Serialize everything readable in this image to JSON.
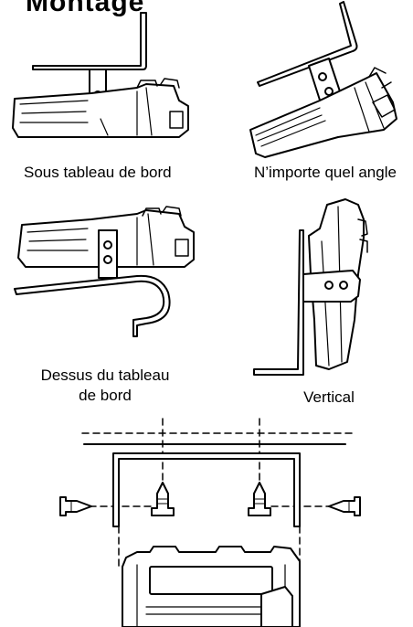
{
  "title": "Montage",
  "captions": {
    "under_dash": "Sous tableau de bord",
    "any_angle": "N’importe quel angle",
    "top_dash_line1": "Dessus du tableau",
    "top_dash_line2": "de bord",
    "vertical": "Vertical"
  },
  "colors": {
    "ink": "#000000",
    "fill": "#ffffff",
    "shade": "#bdbdbd"
  }
}
